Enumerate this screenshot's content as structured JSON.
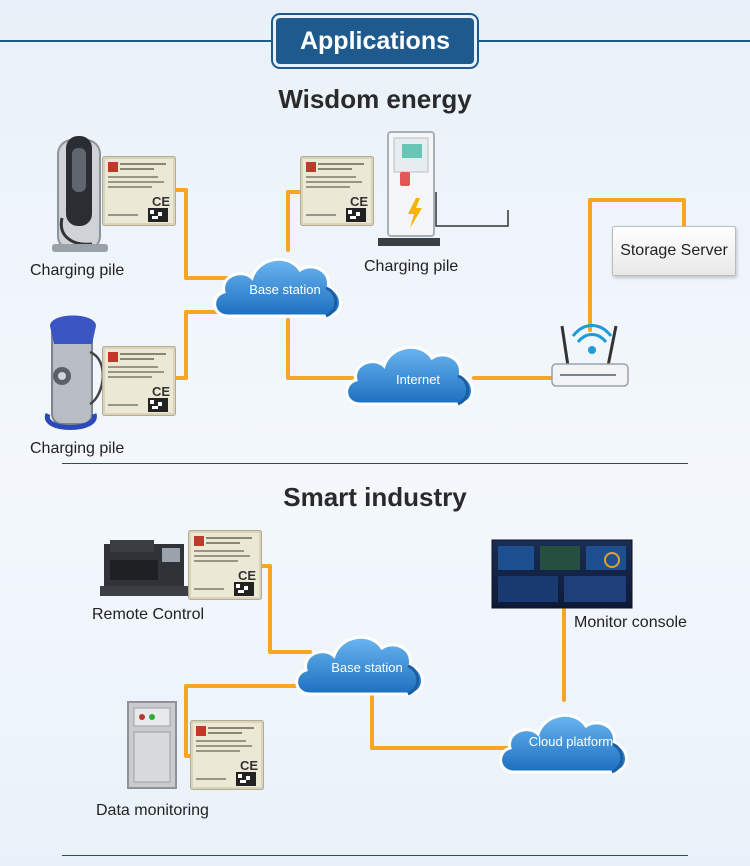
{
  "header": {
    "title": "Applications"
  },
  "sections": {
    "energy": {
      "title": "Wisdom energy",
      "labels": {
        "pile_1": "Charging pile",
        "pile_2": "Charging pile",
        "pile_3": "Charging pile",
        "base_station": "Base station",
        "internet": "Internet",
        "storage_server": "Storage Server"
      }
    },
    "industry": {
      "title": "Smart industry",
      "labels": {
        "remote_control": "Remote Control",
        "data_monitoring": "Data monitoring",
        "base_station": "Base station",
        "cloud_platform": "Cloud platform",
        "monitor_console": "Monitor console"
      }
    }
  },
  "colors": {
    "accent": "#1f5a8f",
    "link_line": "#f6a623",
    "cloud": "#2e86d4",
    "module_body": "#e2dcc4"
  }
}
